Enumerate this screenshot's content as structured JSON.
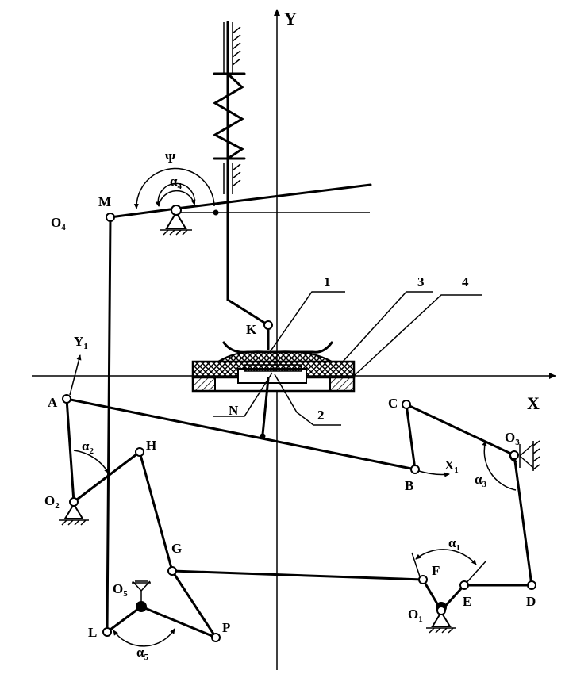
{
  "axes": {
    "x_label": "X",
    "y_label": "Y"
  },
  "points": {
    "A": "A",
    "B": "B",
    "C": "C",
    "D": "D",
    "E": "E",
    "F": "F",
    "G": "G",
    "H": "H",
    "K": "K",
    "L": "L",
    "M": "M",
    "N": "N",
    "P": "P"
  },
  "pivots": {
    "O1": {
      "base": "O",
      "sub": "1"
    },
    "O2": {
      "base": "O",
      "sub": "2"
    },
    "O3": {
      "base": "O",
      "sub": "3"
    },
    "O4": {
      "base": "O",
      "sub": "4"
    },
    "O5": {
      "base": "O",
      "sub": "5"
    }
  },
  "local_axes": {
    "X1": {
      "base": "X",
      "sub": "1"
    },
    "Y1": {
      "base": "Y",
      "sub": "1"
    }
  },
  "angles": {
    "psi": "Ψ",
    "a1": {
      "base": "α",
      "sub": "1"
    },
    "a2": {
      "base": "α",
      "sub": "2"
    },
    "a3": {
      "base": "α",
      "sub": "3"
    },
    "a4": {
      "base": "α",
      "sub": "4"
    },
    "a5": {
      "base": "α",
      "sub": "5"
    }
  },
  "callouts": {
    "c1": "1",
    "c2": "2",
    "c3": "3",
    "c4": "4"
  }
}
